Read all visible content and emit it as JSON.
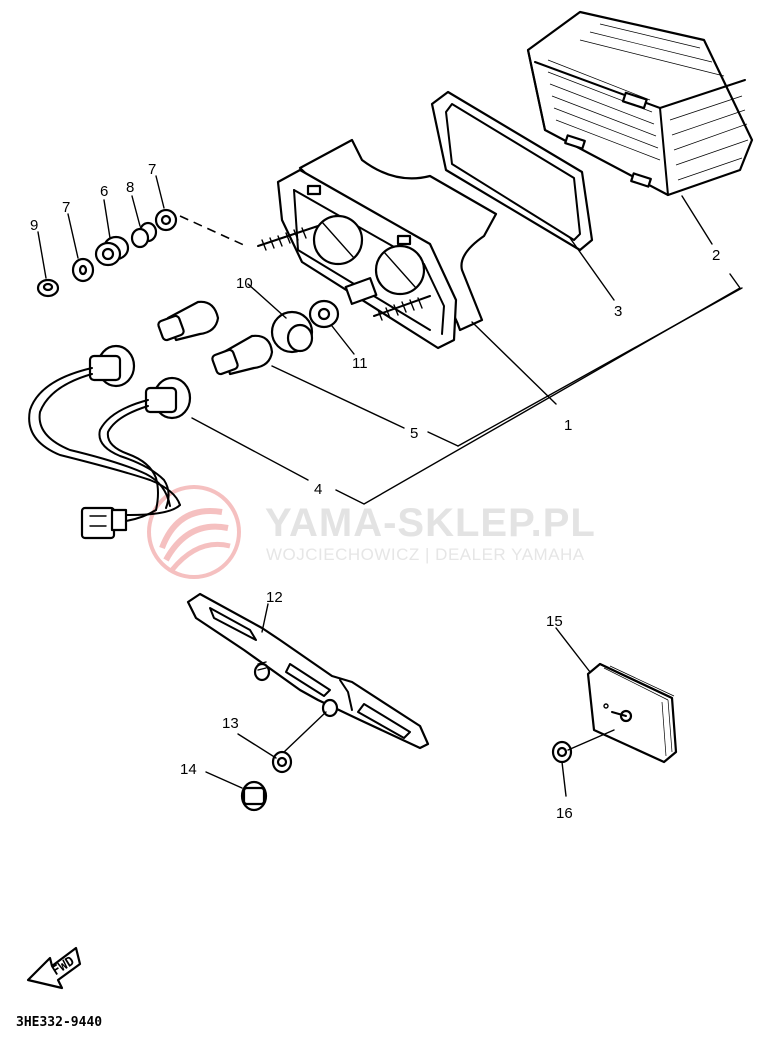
{
  "callouts": [
    {
      "id": "c1",
      "label": "1"
    },
    {
      "id": "c2",
      "label": "2"
    },
    {
      "id": "c3",
      "label": "3"
    },
    {
      "id": "c4",
      "label": "4"
    },
    {
      "id": "c5",
      "label": "5"
    },
    {
      "id": "c6",
      "label": "6"
    },
    {
      "id": "c7a",
      "label": "7"
    },
    {
      "id": "c7b",
      "label": "7"
    },
    {
      "id": "c8",
      "label": "8"
    },
    {
      "id": "c9",
      "label": "9"
    },
    {
      "id": "c10",
      "label": "10"
    },
    {
      "id": "c11",
      "label": "11"
    },
    {
      "id": "c12",
      "label": "12"
    },
    {
      "id": "c13",
      "label": "13"
    },
    {
      "id": "c14",
      "label": "14"
    },
    {
      "id": "c15",
      "label": "15"
    },
    {
      "id": "c16",
      "label": "16"
    }
  ],
  "watermark": {
    "title": "YAMA-SKLEP.PL",
    "subtitle": "WOJCIECHOWICZ | DEALER YAMAHA",
    "color": "#f2b8b8"
  },
  "diagram_code": "3HE332-9440",
  "fwd_label": "FWD",
  "colors": {
    "ink": "#000000",
    "background": "#ffffff",
    "watermark_logo": "#f4b6b6",
    "watermark_text": "#e3e3e3"
  }
}
